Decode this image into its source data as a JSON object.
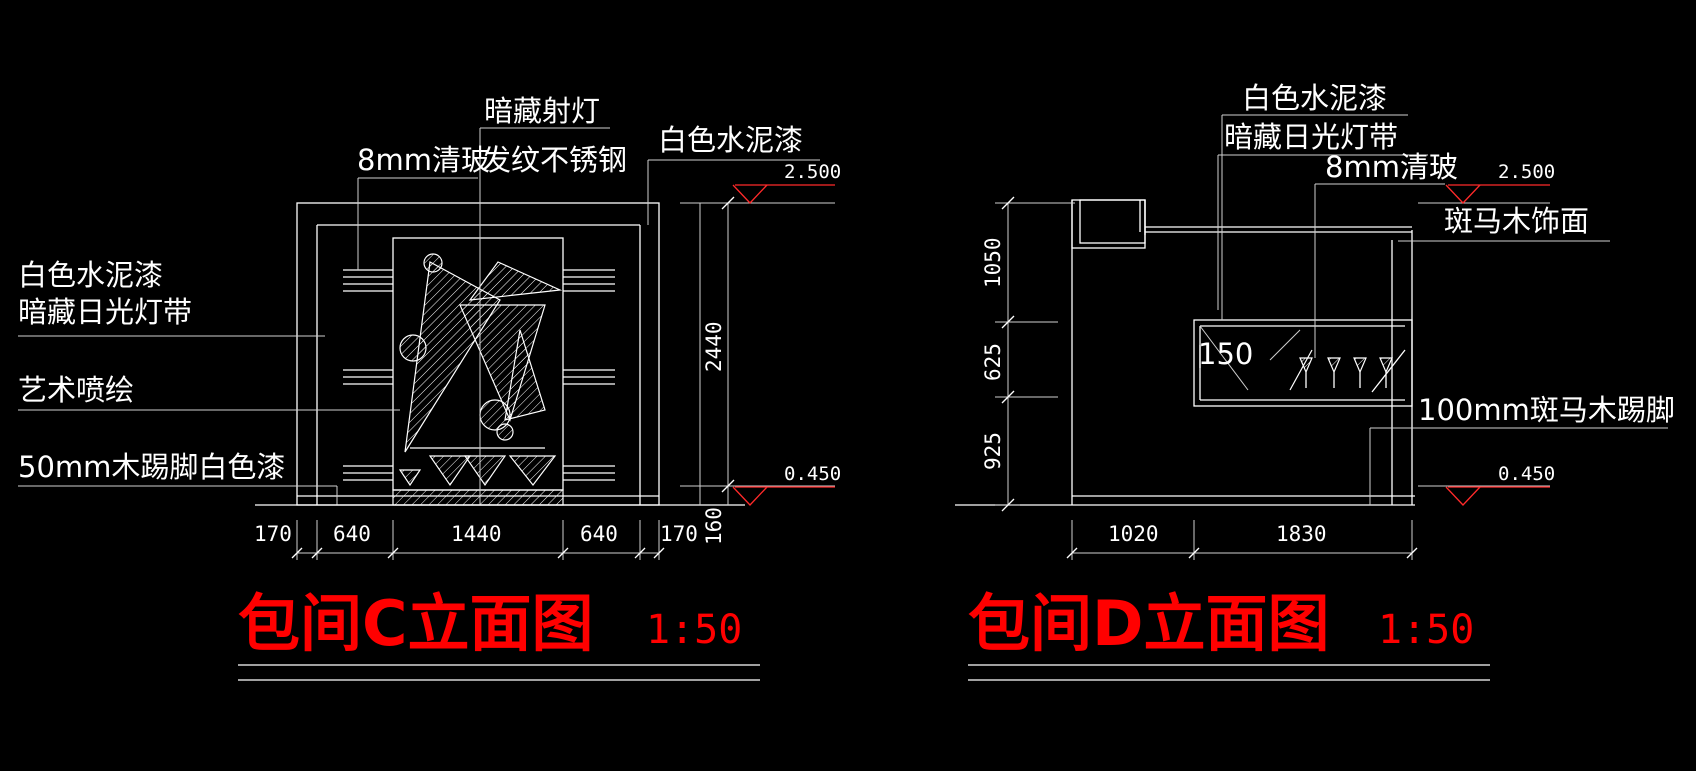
{
  "colors": {
    "background": "#000000",
    "linework": "#ffffff",
    "level_marker": "#ff2a2a",
    "title": "#ff0000"
  },
  "elevation_c": {
    "title": "包间C立面图",
    "scale": "1:50",
    "labels": {
      "hidden_spotlight": "暗藏射灯",
      "hairline_steel": "发纹不锈钢",
      "clear_glass_8mm": "8mm清玻",
      "white_cement_paint_top": "白色水泥漆",
      "white_cement_paint_left": "白色水泥漆",
      "hidden_light_strip": "暗藏日光灯带",
      "art_painting": "艺术喷绘",
      "skirting": "50mm木踢脚白色漆"
    },
    "levels": {
      "top": "2.500",
      "bottom": "0.450"
    },
    "dims": {
      "height": "2440",
      "bottom_right": "160",
      "widths": [
        "170",
        "640",
        "1440",
        "640",
        "170"
      ]
    }
  },
  "elevation_d": {
    "title": "包间D立面图",
    "scale": "1:50",
    "labels": {
      "white_cement_paint": "白色水泥漆",
      "hidden_light_strip": "暗藏日光灯带",
      "clear_glass_8mm": "8mm清玻",
      "zebrawood_finish": "斑马木饰面",
      "zebrawood_skirting": "100mm斑马木踢脚",
      "shelf_dim": "150"
    },
    "levels": {
      "top": "2.500",
      "bottom": "0.450"
    },
    "dims": {
      "heights": [
        "1050",
        "625",
        "925"
      ],
      "widths": [
        "1020",
        "1830"
      ]
    }
  }
}
